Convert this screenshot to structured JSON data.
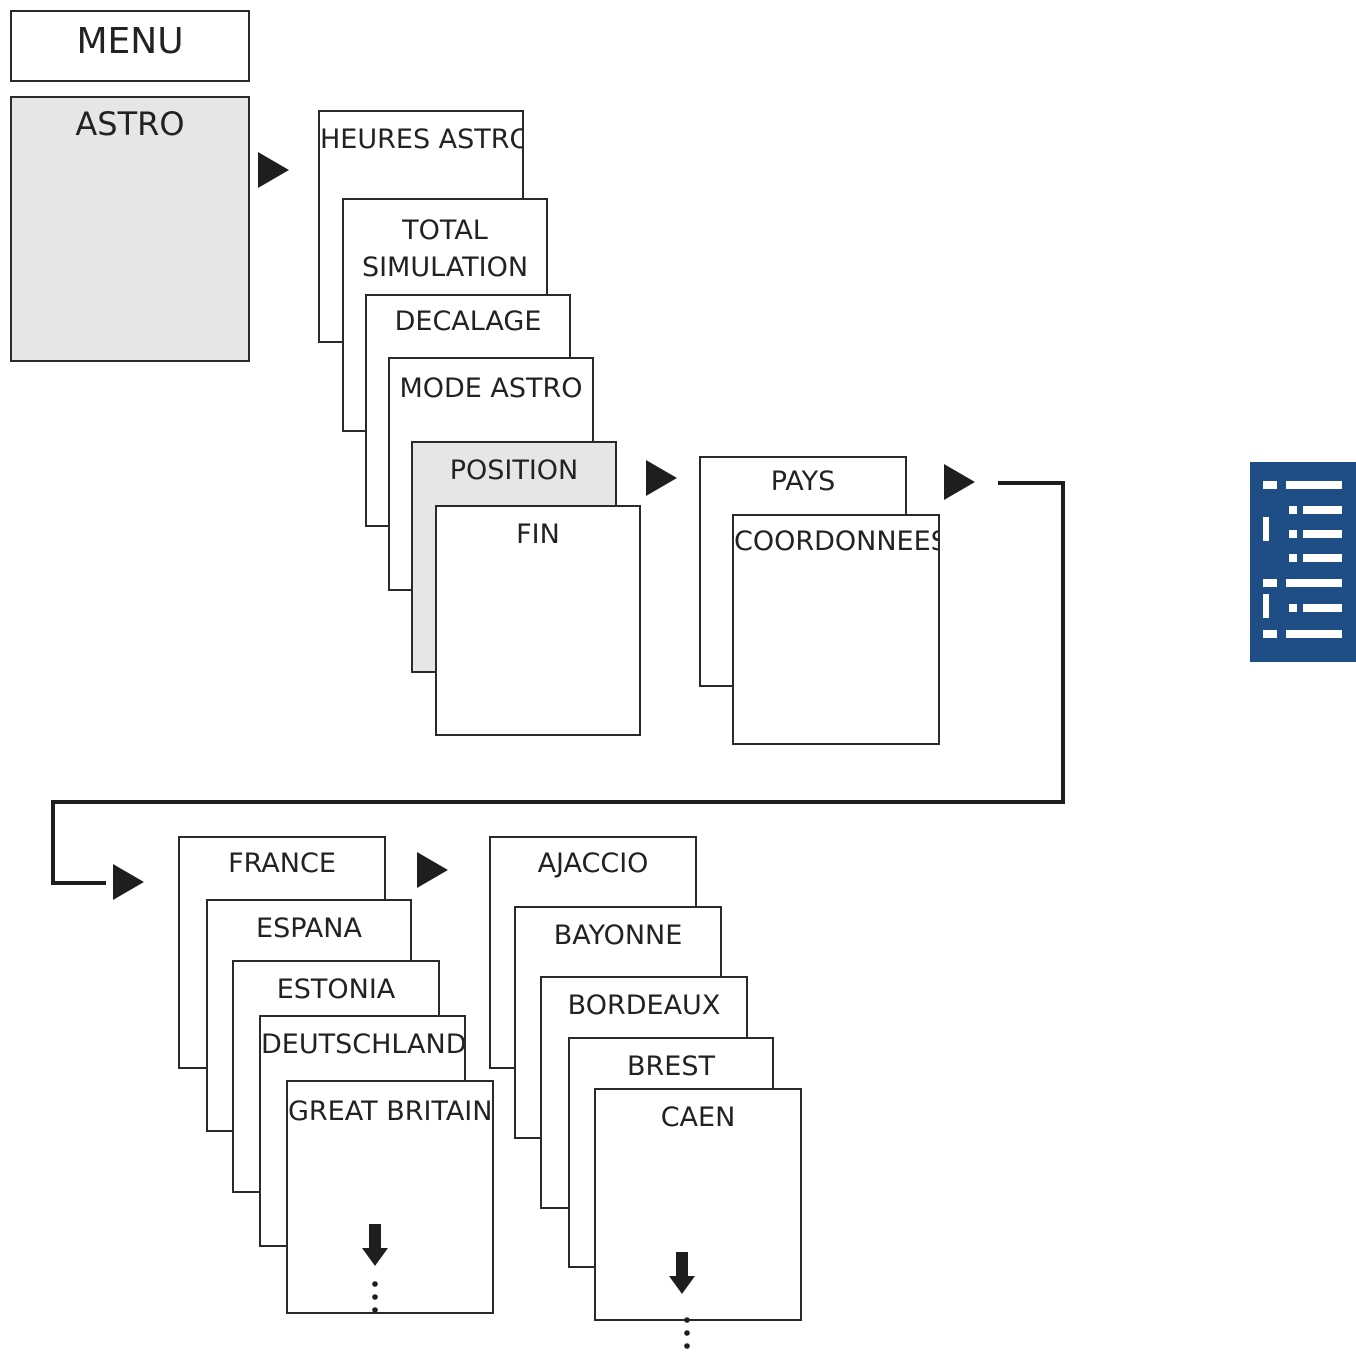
{
  "menu": {
    "title": "MENU",
    "selected": "ASTRO"
  },
  "astro_menu": [
    "HEURES ASTRO",
    "TOTAL SIMULATION",
    "DECALAGE",
    "MODE ASTRO",
    "POSITION",
    "FIN"
  ],
  "position_menu": [
    "PAYS",
    "COORDONNEES"
  ],
  "countries": [
    "FRANCE",
    "ESPANA",
    "ESTONIA",
    "DEUTSCHLAND",
    "GREAT BRITAIN"
  ],
  "cities": [
    "AJACCIO",
    "BAYONNE",
    "BORDEAUX",
    "BREST",
    "CAEN"
  ],
  "colors": {
    "line": "#1e1e1e",
    "highlight": "#e6e6e6",
    "logo": "#1f4e86"
  },
  "icons": [
    "arrow-right-icon",
    "arrow-down-icon",
    "list-logo-icon"
  ]
}
